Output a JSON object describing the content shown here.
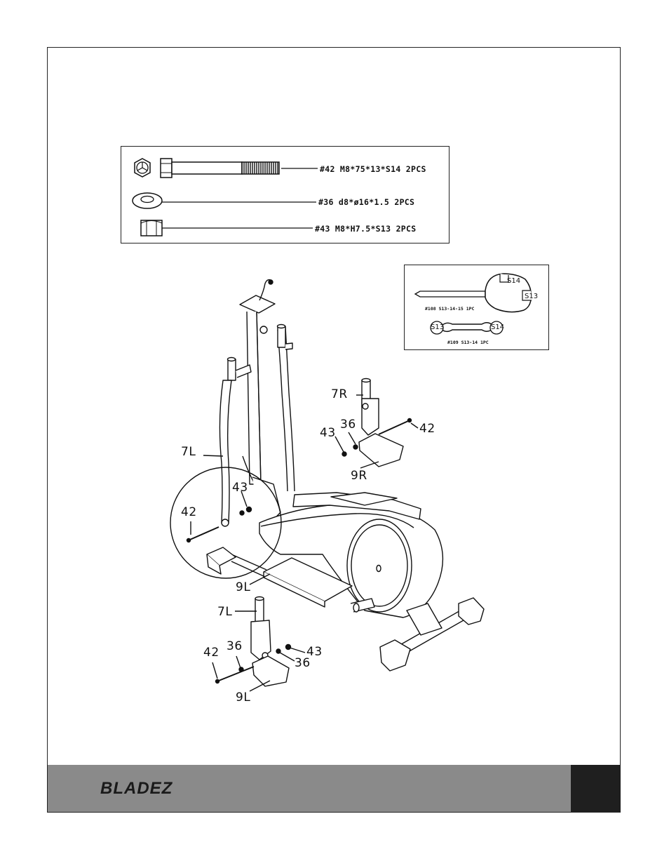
{
  "hardware": {
    "bolt": "#42 M8*75*13*S14 2PCS",
    "washer": "#36 d8*ø16*1.5 2PCS",
    "nut": "#43 M8*H7.5*S13 2PCS"
  },
  "tools": {
    "allen_wrench": "#108 S13-14-15 1PC",
    "spanner": "#109 S13-14 1PC",
    "marks": [
      "S14",
      "S13",
      "S13",
      "S14"
    ]
  },
  "callouts": {
    "upper_7r": "7R",
    "upper_36": "36",
    "upper_43": "43",
    "upper_42": "42",
    "upper_9r": "9R",
    "main_7l": "7L",
    "detail_43": "43",
    "detail_42": "42",
    "main_9l": "9L",
    "lower_7l": "7L",
    "lower_36a": "36",
    "lower_42": "42",
    "lower_43": "43",
    "lower_36b": "36",
    "lower_9l": "9L"
  },
  "footer": {
    "brand": "BLADEZ"
  }
}
